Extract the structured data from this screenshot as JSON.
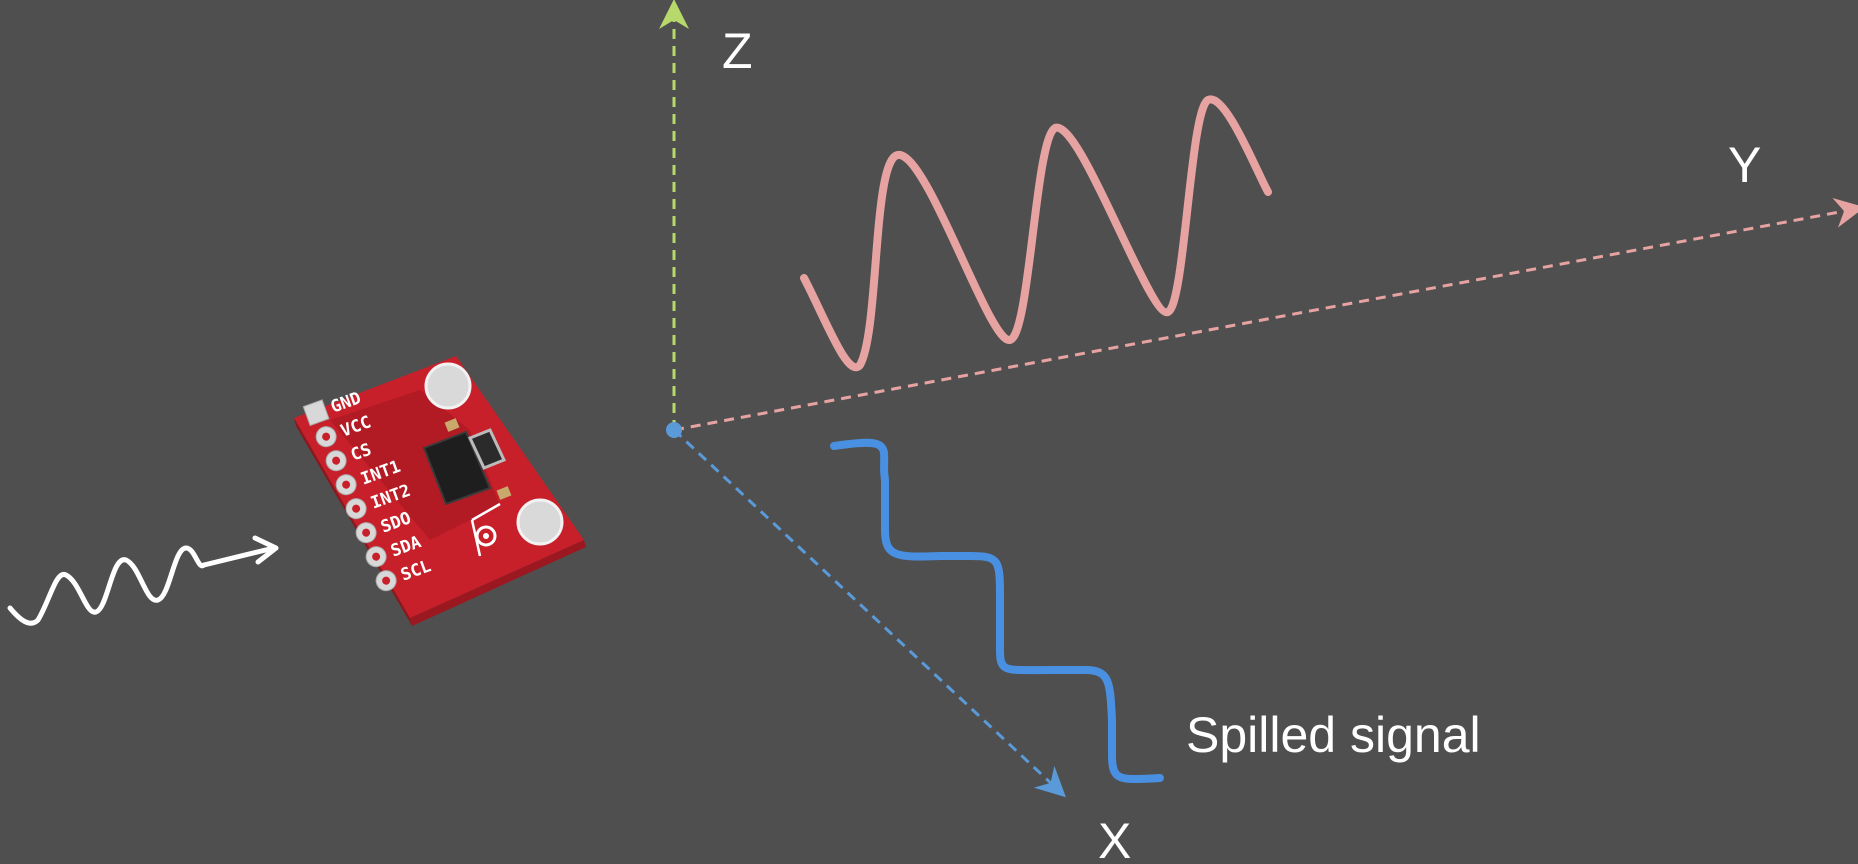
{
  "axes": {
    "z_label": "Z",
    "y_label": "Y",
    "x_label": "X"
  },
  "caption": "Spilled signal",
  "sensor_board": {
    "pins": [
      "GND",
      "VCC",
      "CS",
      "INT1",
      "INT2",
      "SDO",
      "SDA",
      "SCL"
    ]
  },
  "colors": {
    "background": "#4f4f4f",
    "z_axis": "#b7d86a",
    "y_axis": "#e6a3a1",
    "x_axis": "#5b9ad9",
    "y_signal": "#e6a3a1",
    "x_signal": "#4a90e2",
    "input_signal": "#ffffff",
    "board": "#c8202a"
  }
}
